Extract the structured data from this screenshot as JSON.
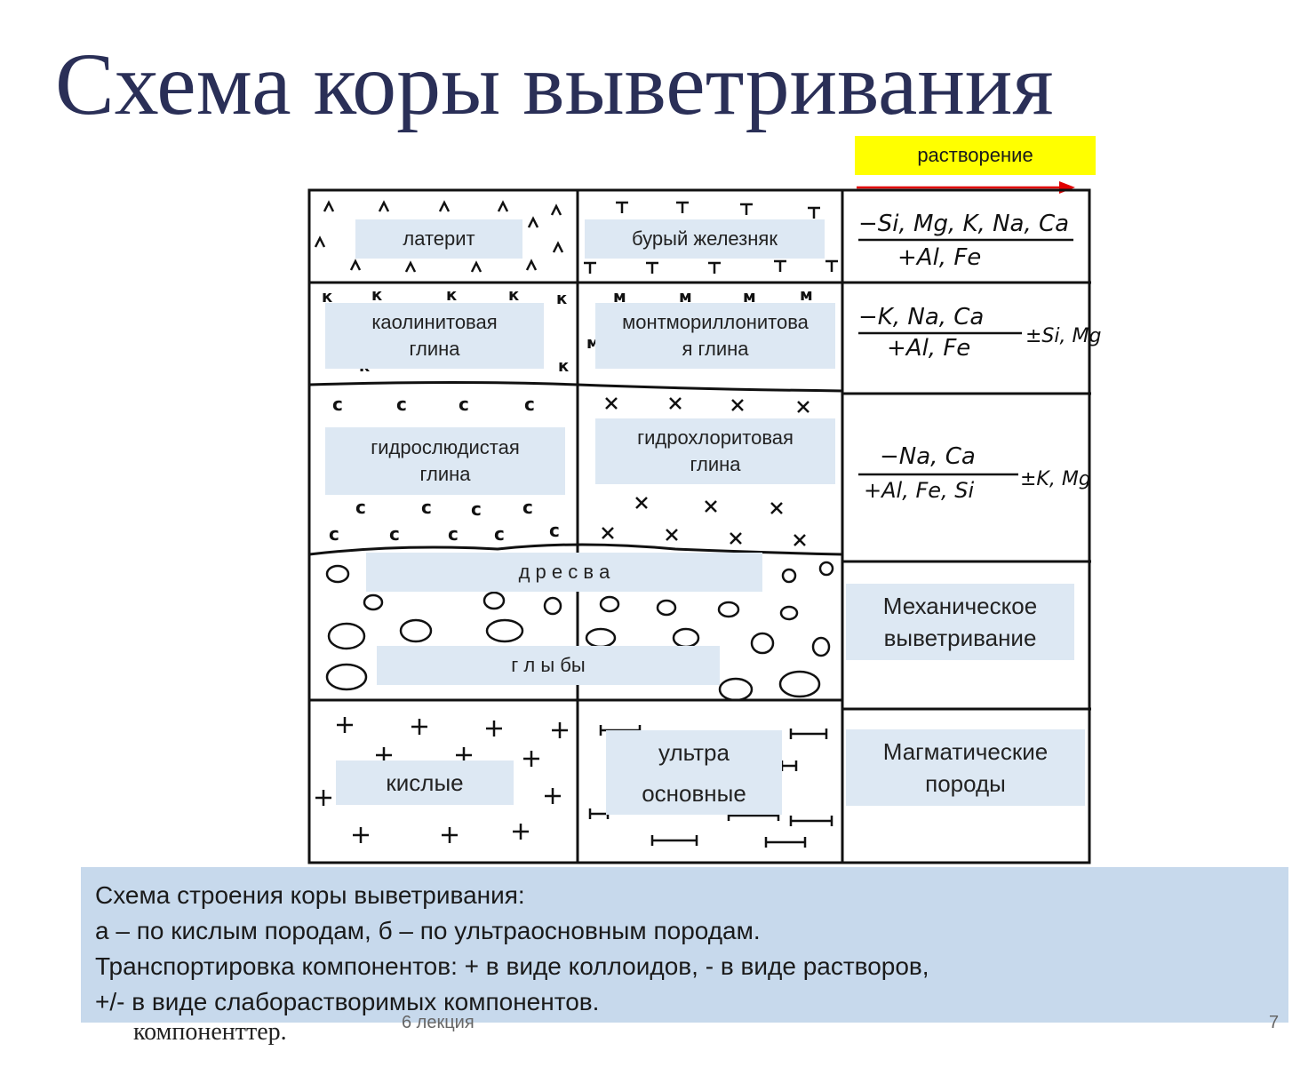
{
  "title": "Схема коры выветривания",
  "badge": "растворение",
  "colors": {
    "title": "#2a2f57",
    "badge": "#ffff00",
    "arrow": "#e00000",
    "label_bg": "#dde8f3",
    "caption_bg": "#c7d9ec"
  },
  "layers": {
    "laterite": "латерит",
    "brown_iron": "бурый железняк",
    "kaolinite": [
      "каолинитовая",
      "глина"
    ],
    "montmorillonite": [
      "монтмориллонитова",
      "я глина"
    ],
    "hydromica": [
      "гидрослюдистая",
      "глина"
    ],
    "hydrochlorite": [
      "гидрохлоритовая",
      "глина"
    ],
    "gravel": "д р е с в а",
    "blocks": "г л ы бы",
    "acidic": "кислые",
    "ultrabasic": [
      "ультра",
      "основные"
    ]
  },
  "right_column": {
    "row1": {
      "minus": "−Si, Mg, K, Na, Ca",
      "plus": "+Al, Fe",
      "side": ""
    },
    "row2": {
      "minus": "−K, Na, Ca",
      "plus": "+Al, Fe",
      "side": "±Si, Mg"
    },
    "row3": {
      "minus": "−Na, Ca",
      "plus": "+Al, Fe, Si",
      "side": "±K, Mg"
    },
    "mechanical": [
      "Механическое",
      "выветривание"
    ],
    "magmatic": [
      "Магматические",
      "породы"
    ]
  },
  "caption": [
    "Схема строения коры выветривания:",
    " а – по кислым породам,  б – по ультраосновным породам.",
    "Транспортировка компонентов: + в виде коллоидов, - в виде растворов,",
    " +/- в виде слаборастворимых компонентов."
  ],
  "footer": {
    "text": "компоненттер.",
    "lecture": "6 лекция",
    "page": "7"
  }
}
